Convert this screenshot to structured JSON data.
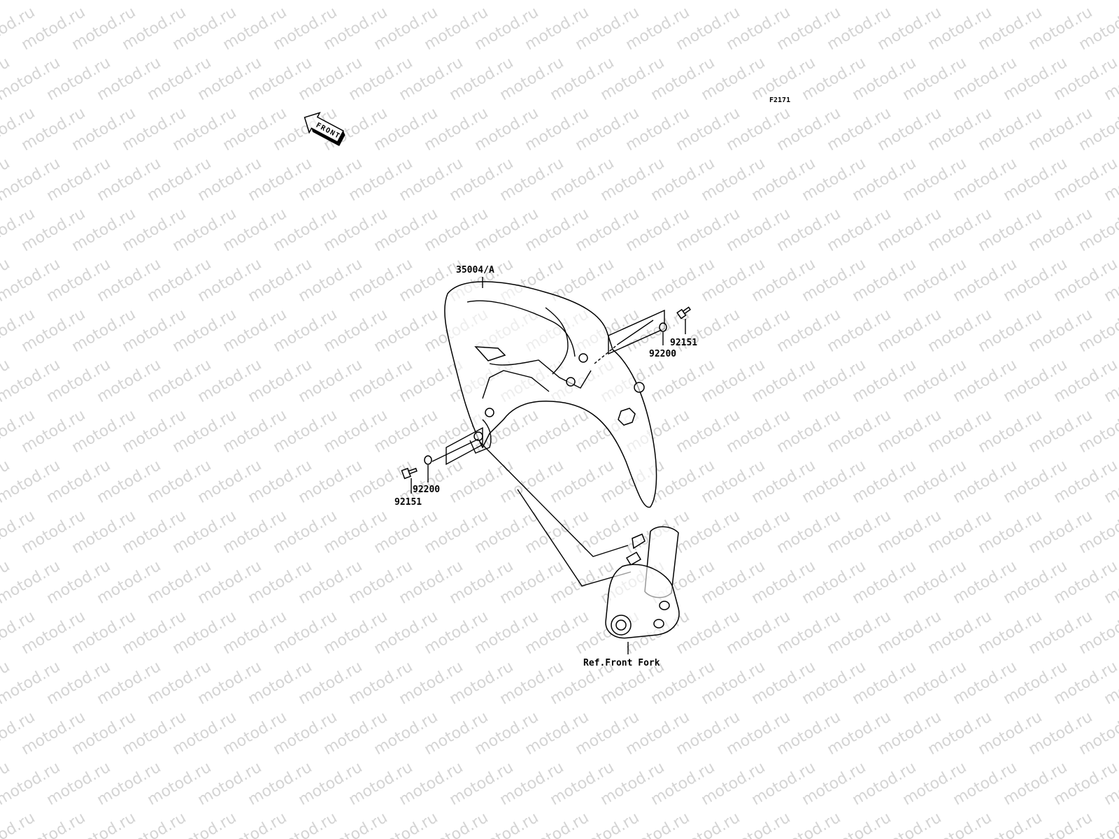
{
  "watermark": {
    "text": "motod.ru"
  },
  "figure_code": "F2171",
  "direction_indicator": {
    "label": "FRONT"
  },
  "parts": [
    {
      "id": "front-fender",
      "number": "35004/A"
    },
    {
      "id": "bolt-right",
      "number": "92151"
    },
    {
      "id": "washer-right",
      "number": "92200"
    },
    {
      "id": "washer-left",
      "number": "92200"
    },
    {
      "id": "bolt-left",
      "number": "92151"
    }
  ],
  "reference": {
    "label": "Ref.Front Fork"
  },
  "colors": {
    "line": "#000000",
    "watermark": "#d4d4d4",
    "background": "#ffffff"
  }
}
